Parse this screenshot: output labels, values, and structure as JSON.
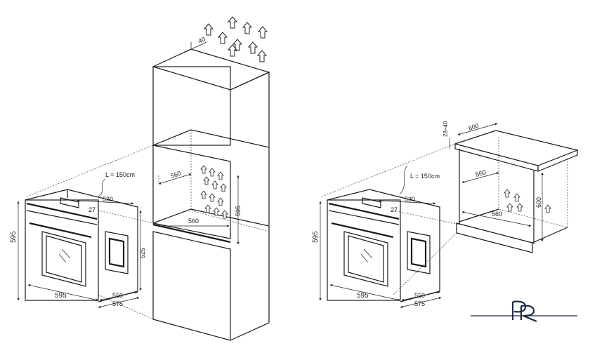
{
  "left_diagram": {
    "cable_label": "L = 150cm",
    "oven": {
      "width": "595",
      "height": "595",
      "depth_top": "530",
      "step": "27",
      "panel_h": "525",
      "depth_550": "550",
      "depth_575": "575"
    },
    "cabinet": {
      "gap_top": "40",
      "niche_w_top": "560",
      "niche_w_bottom": "560",
      "niche_h": "595"
    }
  },
  "right_diagram": {
    "cable_label": "L = 150cm",
    "oven": {
      "width": "595",
      "height": "595",
      "depth_top": "530",
      "step": "27",
      "depth_550": "550",
      "depth_575": "575"
    },
    "counter": {
      "depth": "600",
      "thickness": "28÷40",
      "niche_w_top": "560",
      "niche_w_bottom": "560",
      "niche_h": "600"
    }
  },
  "logo": {
    "text": "PR",
    "color": "#1c2a44"
  }
}
